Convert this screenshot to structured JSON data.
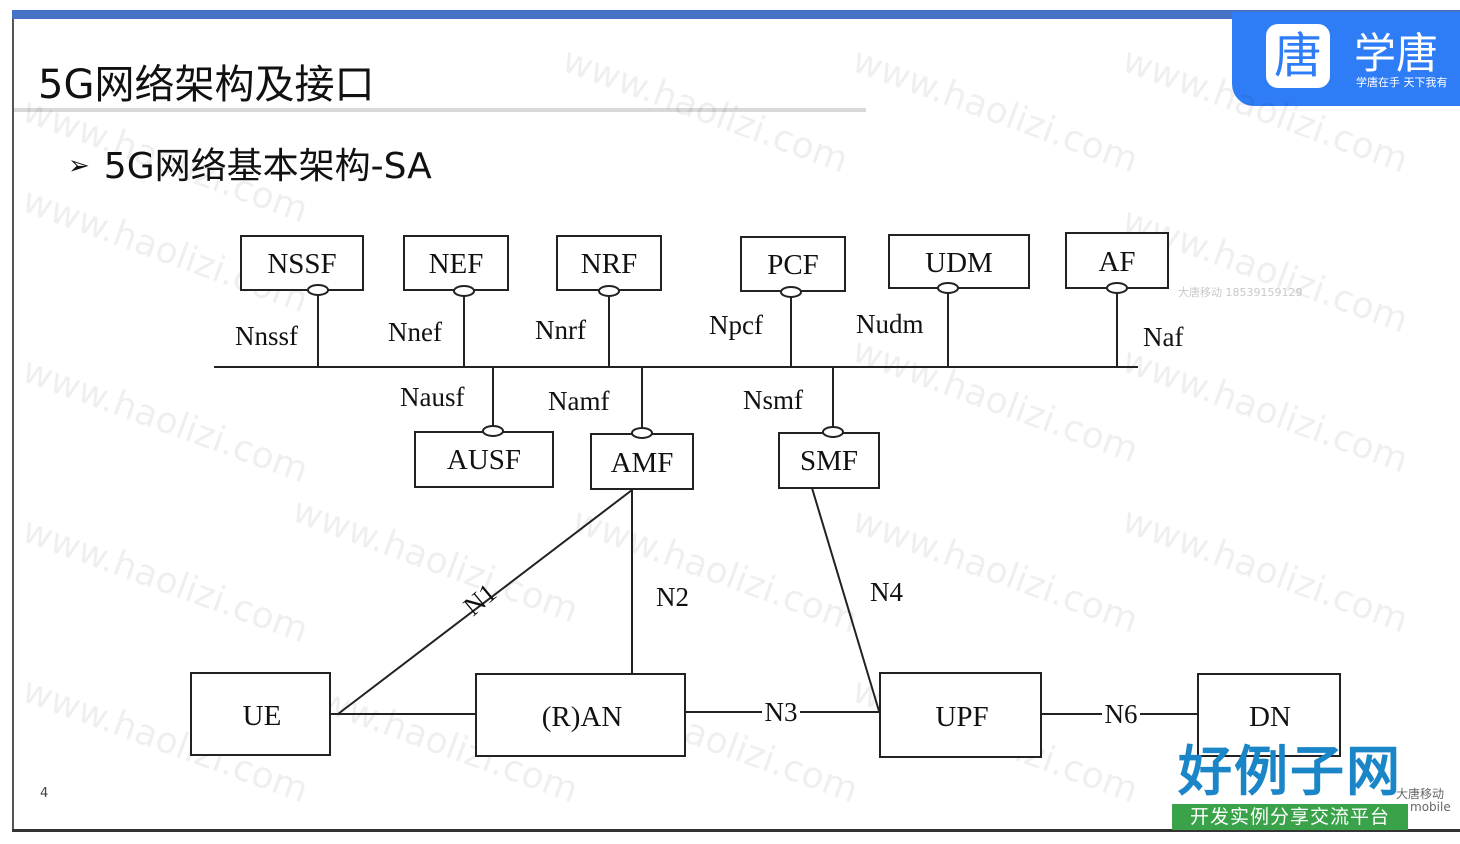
{
  "slide": {
    "title": "5G网络架构及接口",
    "subtitle_marker": "➢",
    "subtitle": "5G网络基本架构-SA",
    "page_number": "4"
  },
  "brand": {
    "logo_char": "唐",
    "name": "学唐",
    "slogan": "学唐在手 天下我有",
    "accent_color": "#2f7df6"
  },
  "watermark": {
    "site": "www.haolizi.com",
    "phone": "大唐移动 18539159129"
  },
  "site_logo": {
    "name": "好例子网",
    "tagline": "开发实例分享交流平台"
  },
  "corner_brand": {
    "name": "大唐移动",
    "sub": "mobile"
  },
  "diagram": {
    "network_functions": [
      {
        "id": "nssf",
        "label": "NSSF"
      },
      {
        "id": "nef",
        "label": "NEF"
      },
      {
        "id": "nrf",
        "label": "NRF"
      },
      {
        "id": "pcf",
        "label": "PCF"
      },
      {
        "id": "udm",
        "label": "UDM"
      },
      {
        "id": "af",
        "label": "AF"
      },
      {
        "id": "ausf",
        "label": "AUSF"
      },
      {
        "id": "amf",
        "label": "AMF"
      },
      {
        "id": "smf",
        "label": "SMF"
      },
      {
        "id": "ue",
        "label": "UE"
      },
      {
        "id": "ran",
        "label": "(R)AN"
      },
      {
        "id": "upf",
        "label": "UPF"
      },
      {
        "id": "dn",
        "label": "DN"
      }
    ],
    "service_interfaces": [
      {
        "id": "nnssf",
        "label": "Nnssf"
      },
      {
        "id": "nnef",
        "label": "Nnef"
      },
      {
        "id": "nnrf",
        "label": "Nnrf"
      },
      {
        "id": "npcf",
        "label": "Npcf"
      },
      {
        "id": "nudm",
        "label": "Nudm"
      },
      {
        "id": "naf",
        "label": "Naf"
      },
      {
        "id": "nausf",
        "label": "Nausf"
      },
      {
        "id": "namf",
        "label": "Namf"
      },
      {
        "id": "nsmf",
        "label": "Nsmf"
      }
    ],
    "reference_points": [
      {
        "id": "n1",
        "label": "N1"
      },
      {
        "id": "n2",
        "label": "N2"
      },
      {
        "id": "n3",
        "label": "N3"
      },
      {
        "id": "n4",
        "label": "N4"
      },
      {
        "id": "n6",
        "label": "N6"
      }
    ]
  }
}
